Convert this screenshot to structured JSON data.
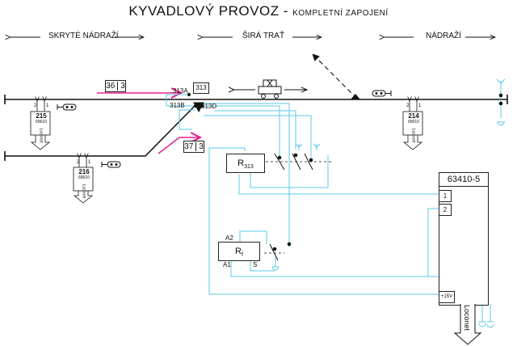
{
  "title": {
    "main": "KYVADLOVÝ PROVOZ",
    "dash": " - ",
    "sub": "KOMPLETNÍ ZAPOJENÍ"
  },
  "sections": {
    "hidden_station": "SKRYTÉ NÁDRAŽÍ",
    "open_line": "ŠIRÁ TRAŤ",
    "station": "NÁDRAŽÍ"
  },
  "signs": {
    "sign_36": {
      "left": "36",
      "right": "3"
    },
    "sign_37": {
      "left": "37",
      "right": "3"
    }
  },
  "switch": {
    "number": "313",
    "pos_a": "313A",
    "pos_b": "313B",
    "pos_d": "313D"
  },
  "detectors": {
    "d215": {
      "num": "215",
      "pin1": "1",
      "pin2": "2",
      "tag": "68610",
      "bus": "Loconet"
    },
    "d216": {
      "num": "216",
      "pin1": "1",
      "pin2": "2",
      "tag": "68610",
      "bus": "Loconet"
    },
    "d214": {
      "num": "214",
      "pin1": "1",
      "pin2": "2",
      "tag": "68610",
      "bus": "Loconet"
    }
  },
  "relays": {
    "r313": {
      "label": "R",
      "sub": "313"
    },
    "rf": {
      "label": "R",
      "sub": "f",
      "a2": "A2",
      "a1": "A1",
      "s": "S"
    }
  },
  "module": {
    "name": "63410-5",
    "in1": "1",
    "in2": "2",
    "power": "+15V",
    "bus": "Loconet"
  },
  "colors": {
    "wire": "#5bc8e6",
    "arrow": "#e8238c",
    "track": "#111111"
  },
  "icons": [
    "signal-icon",
    "wagon-icon",
    "ground-icon"
  ]
}
